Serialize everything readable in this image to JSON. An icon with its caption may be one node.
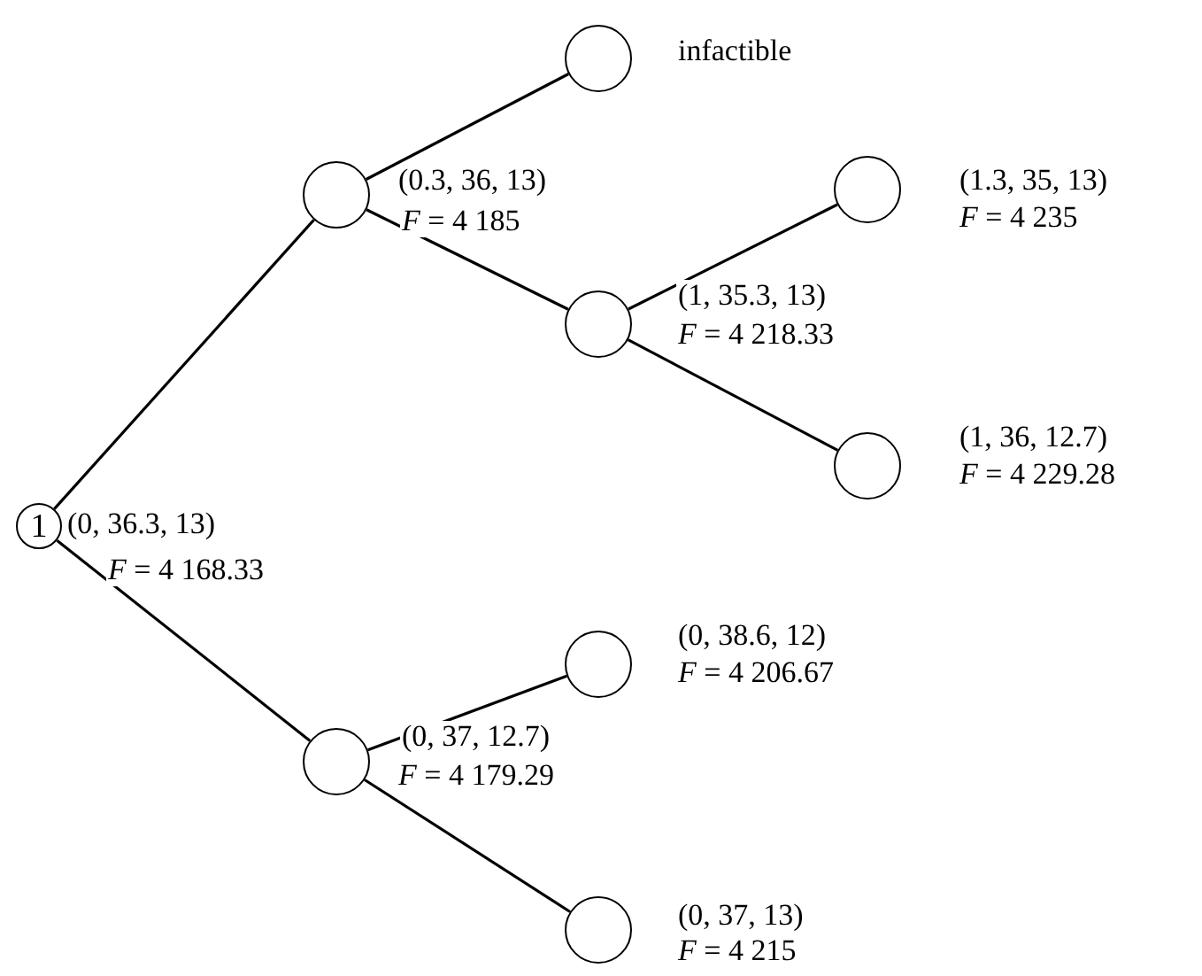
{
  "diagram": {
    "nodes": [
      {
        "text": [
          "1"
        ],
        "beside": [
          "(0, 36.3, 13)",
          "*F* = 4 168.33"
        ]
      },
      {
        "text": [],
        "shape": "circle",
        "beside": [
          "(0.3, 36, 13)",
          "*F* = 4 185"
        ]
      },
      {
        "text": [],
        "shape": "circle",
        "beside": [
          "infactible"
        ]
      },
      {
        "text": [],
        "shape": "circle",
        "beside": [
          "(1, 35.3, 13)",
          "*F* = 4 218.33"
        ]
      },
      {
        "text": [],
        "shape": "circle",
        "beside": [
          "(1.3, 35, 13)",
          "*F* = 4 235"
        ]
      },
      {
        "text": [],
        "shape": "circle",
        "beside": [
          "(1, 36, 12.7)",
          "*F* = 4 229.28"
        ]
      },
      {
        "text": [],
        "shape": "circle",
        "beside": [
          "(0, 37, 12.7)",
          "*F* = 4 179.29"
        ]
      },
      {
        "text": [],
        "shape": "circle",
        "beside": [
          "(0, 38.6, 12)",
          "*F* = 4 206.67"
        ]
      },
      {
        "text": [],
        "shape": "circle",
        "beside": [
          "(0, 37, 13)",
          "*F* = 4 215"
        ]
      }
    ],
    "edges": [
      {
        "from": 0,
        "to": 1,
        "arrow": "none"
      },
      {
        "from": 1,
        "to": 2,
        "arrow": "none"
      },
      {
        "from": 1,
        "to": 3,
        "arrow": "none"
      },
      {
        "from": 3,
        "to": 4,
        "arrow": "none"
      },
      {
        "from": 3,
        "to": 5,
        "arrow": "none"
      },
      {
        "from": 0,
        "to": 6,
        "arrow": "none"
      },
      {
        "from": 6,
        "to": 7,
        "arrow": "none"
      },
      {
        "from": 6,
        "to": 8,
        "arrow": "none"
      }
    ]
  }
}
